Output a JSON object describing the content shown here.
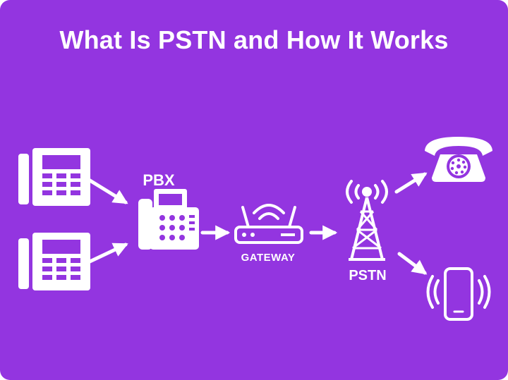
{
  "title": "What Is PSTN and How It Works",
  "nodes": {
    "pbx_label": "PBX",
    "gateway_label": "GATEWAY",
    "pstn_label": "PSTN"
  },
  "icons": {
    "desk_phone": "desk-phone-icon",
    "pbx": "pbx-phone-icon",
    "gateway": "router-icon",
    "tower": "cell-tower-icon",
    "rotary_phone": "rotary-phone-icon",
    "mobile": "mobile-phone-icon"
  },
  "colors": {
    "background": "#9335e0",
    "foreground": "#ffffff"
  }
}
